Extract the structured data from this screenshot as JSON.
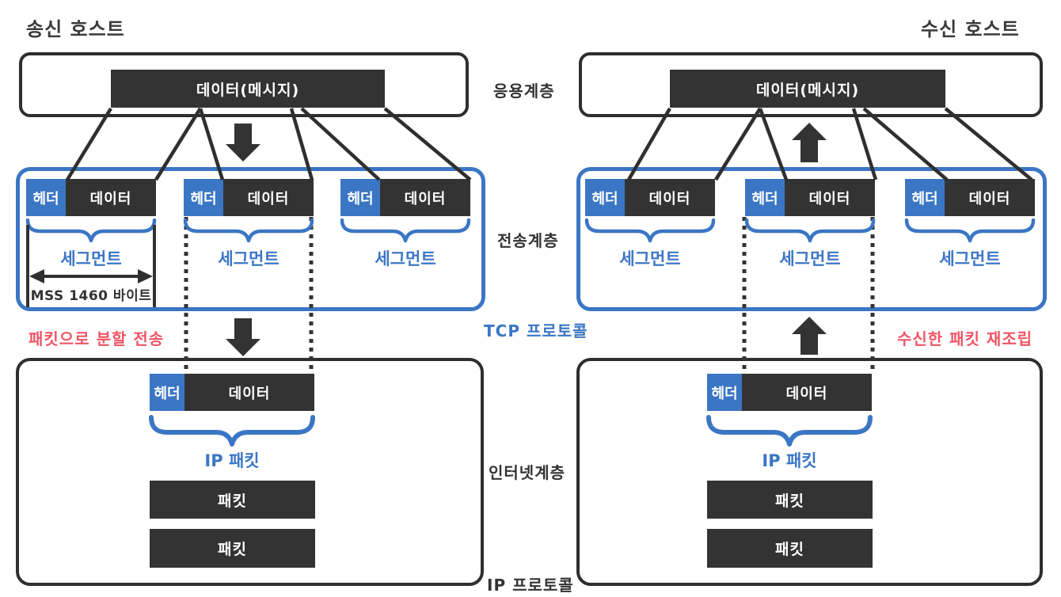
{
  "sender": {
    "title": "송신 호스트",
    "note": "패킷으로 분할 전송"
  },
  "receiver": {
    "title": "수신 호스트",
    "note": "수신한 패킷 재조립"
  },
  "layers": {
    "application": "응용계층",
    "transport": "전송계층",
    "internet": "인터넷계층"
  },
  "protocols": {
    "tcp": "TCP 프로토콜",
    "ip": "IP 프로토콜"
  },
  "labels": {
    "message": "데이터(메시지)",
    "header": "헤더",
    "data": "데이터",
    "segment": "세그먼트",
    "mss": "MSS 1460 바이트",
    "ip_packet": "IP 패킷",
    "packet": "패킷"
  },
  "colors": {
    "blue": "#3b76c5",
    "dark": "#333333",
    "red": "#f05566",
    "line": "#2f2f2f"
  }
}
